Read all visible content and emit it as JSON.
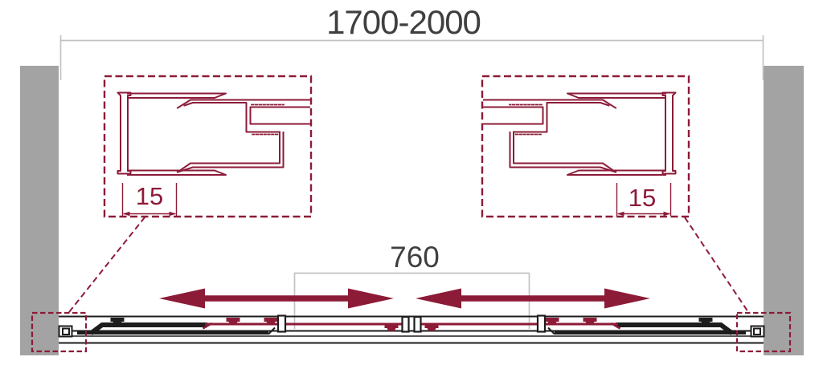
{
  "diagram": {
    "overall_width": {
      "label": "1700-2000"
    },
    "door_opening": {
      "label": "760"
    },
    "left_detail": {
      "dimension_label": "15"
    },
    "right_detail": {
      "dimension_label": "15"
    },
    "colors": {
      "accent": "#8c1b38",
      "ink": "#1d1d1d",
      "wall": "#a3a3a3",
      "dim_line": "#c2c2c2",
      "label_text": "#3f3f3f"
    }
  }
}
